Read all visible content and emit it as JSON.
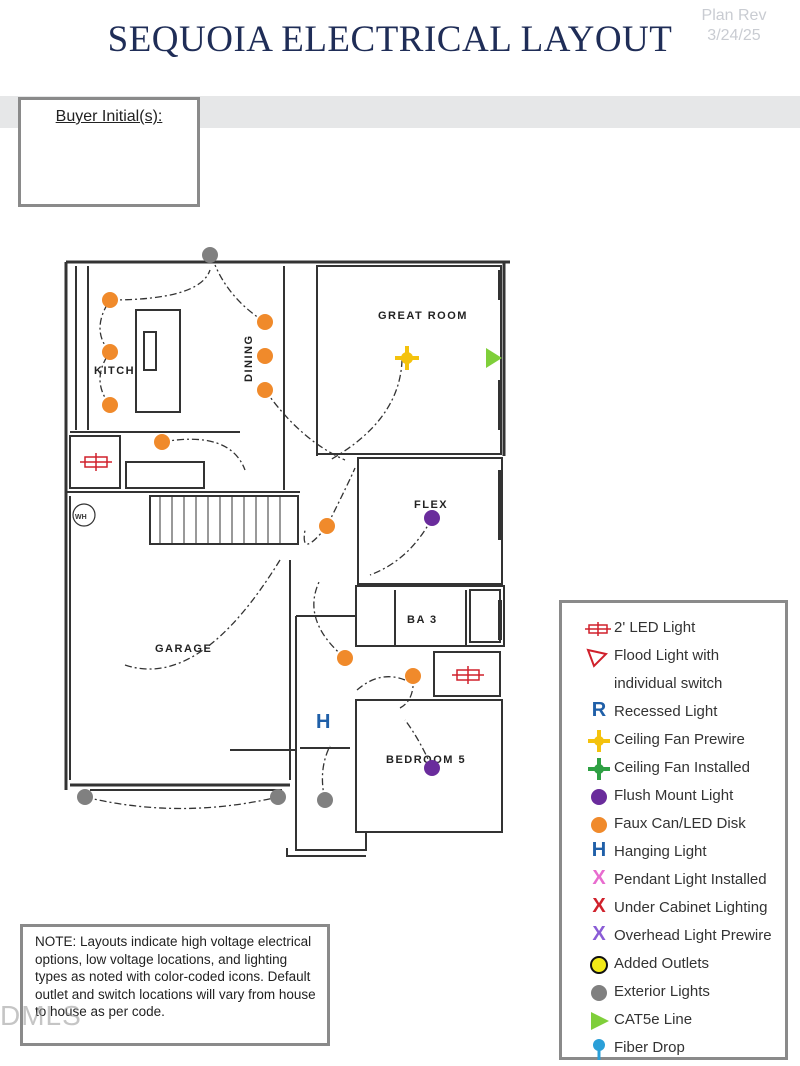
{
  "title": "SEQUOIA ELECTRICAL LAYOUT",
  "plan_rev": {
    "line1": "Plan Rev",
    "line2": "3/24/25"
  },
  "buyer_box": {
    "label": "Buyer Initial(s):"
  },
  "rooms": {
    "great_room": "GREAT ROOM",
    "kitchen": "KITCH",
    "dining": "DINING",
    "flex": "FLEX",
    "bath": "BA 3",
    "garage": "GARAGE",
    "bedroom": "BEDROOM 5",
    "water_heater": "WH"
  },
  "legend": [
    {
      "symbol": "led-light-icon",
      "label": "2' LED Light",
      "color": "#d0212c"
    },
    {
      "symbol": "flood-light-icon",
      "label": "Flood Light with",
      "color": "#d0212c"
    },
    {
      "symbol": "",
      "label": "individual switch",
      "color": ""
    },
    {
      "symbol": "recessed-light-icon",
      "label": "Recessed Light",
      "color": "#1f5fa8",
      "glyph": "R"
    },
    {
      "symbol": "ceiling-fan-prewire-icon",
      "label": "Ceiling Fan Prewire",
      "color": "#f4c20d"
    },
    {
      "symbol": "ceiling-fan-installed-icon",
      "label": "Ceiling Fan Installed",
      "color": "#2ea043"
    },
    {
      "symbol": "flush-mount-light-icon",
      "label": "Flush Mount Light",
      "color": "#6a2c9c"
    },
    {
      "symbol": "faux-can-icon",
      "label": "Faux Can/LED Disk",
      "color": "#f08a2b"
    },
    {
      "symbol": "hanging-light-icon",
      "label": "Hanging Light",
      "color": "#1f5fa8",
      "glyph": "H"
    },
    {
      "symbol": "pendant-light-icon",
      "label": "Pendant Light Installed",
      "color": "#e86ccf",
      "glyph": "X"
    },
    {
      "symbol": "under-cabinet-icon",
      "label": "Under Cabinet Lighting",
      "color": "#d0212c",
      "glyph": "X"
    },
    {
      "symbol": "overhead-prewire-icon",
      "label": "Overhead Light Prewire",
      "color": "#8a5cd6",
      "glyph": "X"
    },
    {
      "symbol": "added-outlets-icon",
      "label": "Added Outlets",
      "color": "#f2ea18"
    },
    {
      "symbol": "exterior-light-icon",
      "label": "Exterior Lights",
      "color": "#808080"
    },
    {
      "symbol": "cat5e-icon",
      "label": "CAT5e Line",
      "color": "#7fcf3a"
    },
    {
      "symbol": "fiber-drop-icon",
      "label": "Fiber Drop",
      "color": "#2a9fd8"
    }
  ],
  "note": "NOTE: Layouts indicate high voltage electrical options, low voltage locations, and lighting types as noted with color-coded icons. Default outlet and switch locations will vary from house to house as per code.",
  "watermark": "DMLS",
  "colors": {
    "orange": "#f08a2b",
    "purple": "#6a2c9c",
    "gray": "#808080",
    "yellow": "#f4c20d",
    "red": "#d0212c",
    "green": "#7fcf3a",
    "blue": "#1f5fa8"
  }
}
